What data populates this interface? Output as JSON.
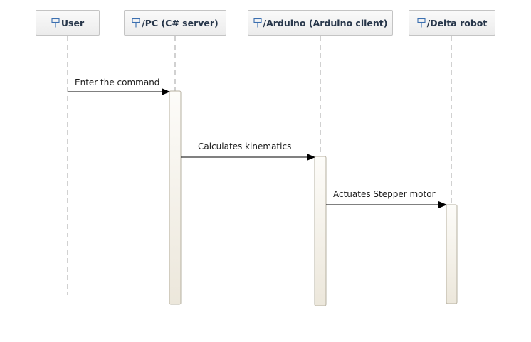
{
  "lifelines": [
    {
      "label": "User",
      "icon": "lifeline-icon"
    },
    {
      "label": "/PC (C# server)",
      "icon": "lifeline-icon"
    },
    {
      "label": "/Arduino (Arduino client)",
      "icon": "lifeline-icon"
    },
    {
      "label": "/Delta robot",
      "icon": "lifeline-icon"
    }
  ],
  "messages": [
    {
      "from": "User",
      "to": "/PC (C# server)",
      "label": "Enter the command"
    },
    {
      "from": "/PC (C# server)",
      "to": "/Arduino (Arduino client)",
      "label": "Calculates kinematics"
    },
    {
      "from": "/Arduino (Arduino client)",
      "to": "/Delta robot",
      "label": "Actuates Stepper motor"
    }
  ],
  "colors": {
    "header_text": "#27364a",
    "lifeline_dash": "#b8b8b8",
    "activation_border": "#b6b0a0",
    "arrow": "#000000"
  }
}
